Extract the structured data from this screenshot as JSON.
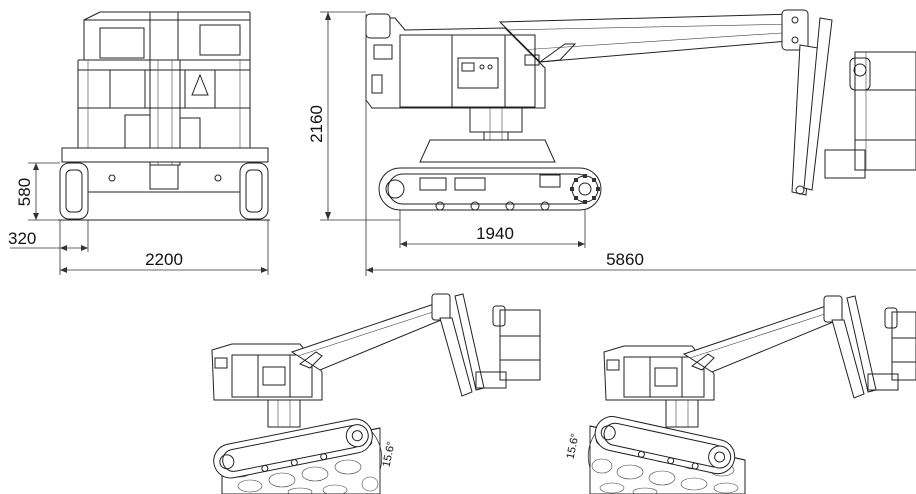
{
  "dimensions": {
    "overall_height": "2160",
    "track_height": "580",
    "track_width": "320",
    "overall_width": "2200",
    "track_length": "1940",
    "overall_length": "5860"
  },
  "slope": {
    "left_angle": "15.6°",
    "right_angle": "15.6°"
  }
}
